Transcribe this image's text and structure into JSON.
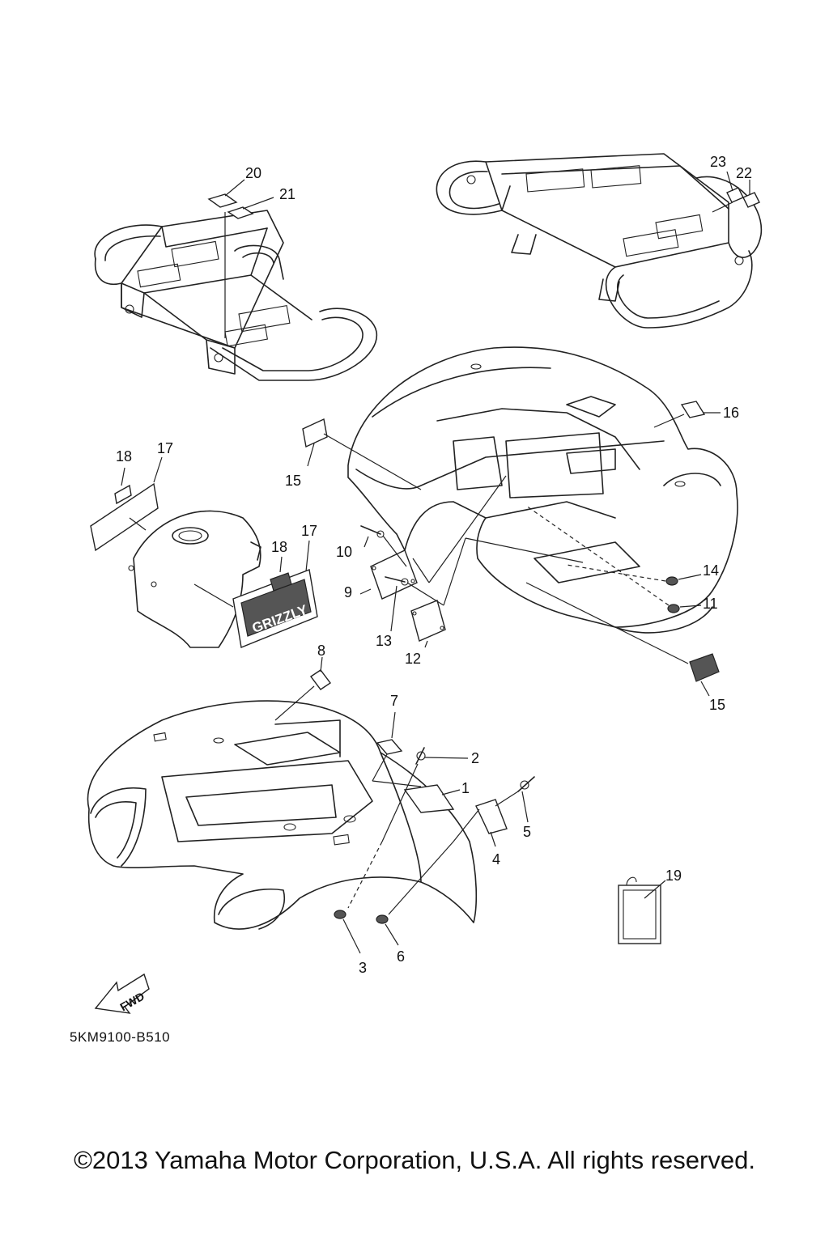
{
  "diagram_code": "5KM9100-B510",
  "fwd_label": "FWD",
  "copyright": "©2013 Yamaha Motor Corporation, U.S.A. All rights reserved.",
  "callouts": {
    "c1": "1",
    "c2": "2",
    "c3": "3",
    "c4": "4",
    "c5": "5",
    "c6": "6",
    "c7": "7",
    "c8": "8",
    "c9": "9",
    "c10": "10",
    "c11": "11",
    "c12": "12",
    "c13": "13",
    "c14": "14",
    "c15a": "15",
    "c15b": "15",
    "c16": "16",
    "c17a": "17",
    "c17b": "17",
    "c18a": "18",
    "c18b": "18",
    "c19": "19",
    "c20": "20",
    "c21": "21",
    "c22": "22",
    "c23": "23"
  },
  "emblem_text": "GRIZZLY"
}
